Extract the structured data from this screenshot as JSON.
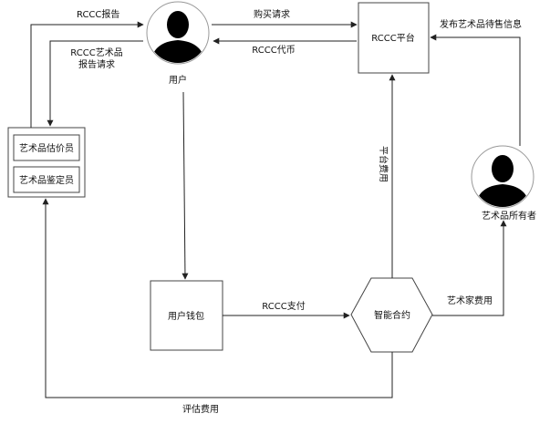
{
  "nodes": {
    "user": "用户",
    "platform": "RCCC平台",
    "appraiser_valuer": "艺术品估价员",
    "appraiser_authenticator": "艺术品鉴定员",
    "wallet": "用户钱包",
    "contract": "智能合约",
    "owner": "艺术品所有者"
  },
  "edges": {
    "rccc_report": "RCCC报告",
    "report_request_line1": "RCCC艺术品",
    "report_request_line2": "报告请求",
    "purchase_request": "购买请求",
    "rccc_token": "RCCC代币",
    "publish_info": "发布艺术品待售信息",
    "platform_fee": "平台费用",
    "rccc_payment": "RCCC支付",
    "artist_fee": "艺术家费用",
    "appraisal_fee": "评估费用"
  },
  "icons": {
    "user": "person-silhouette-icon",
    "owner": "person-silhouette-icon"
  }
}
